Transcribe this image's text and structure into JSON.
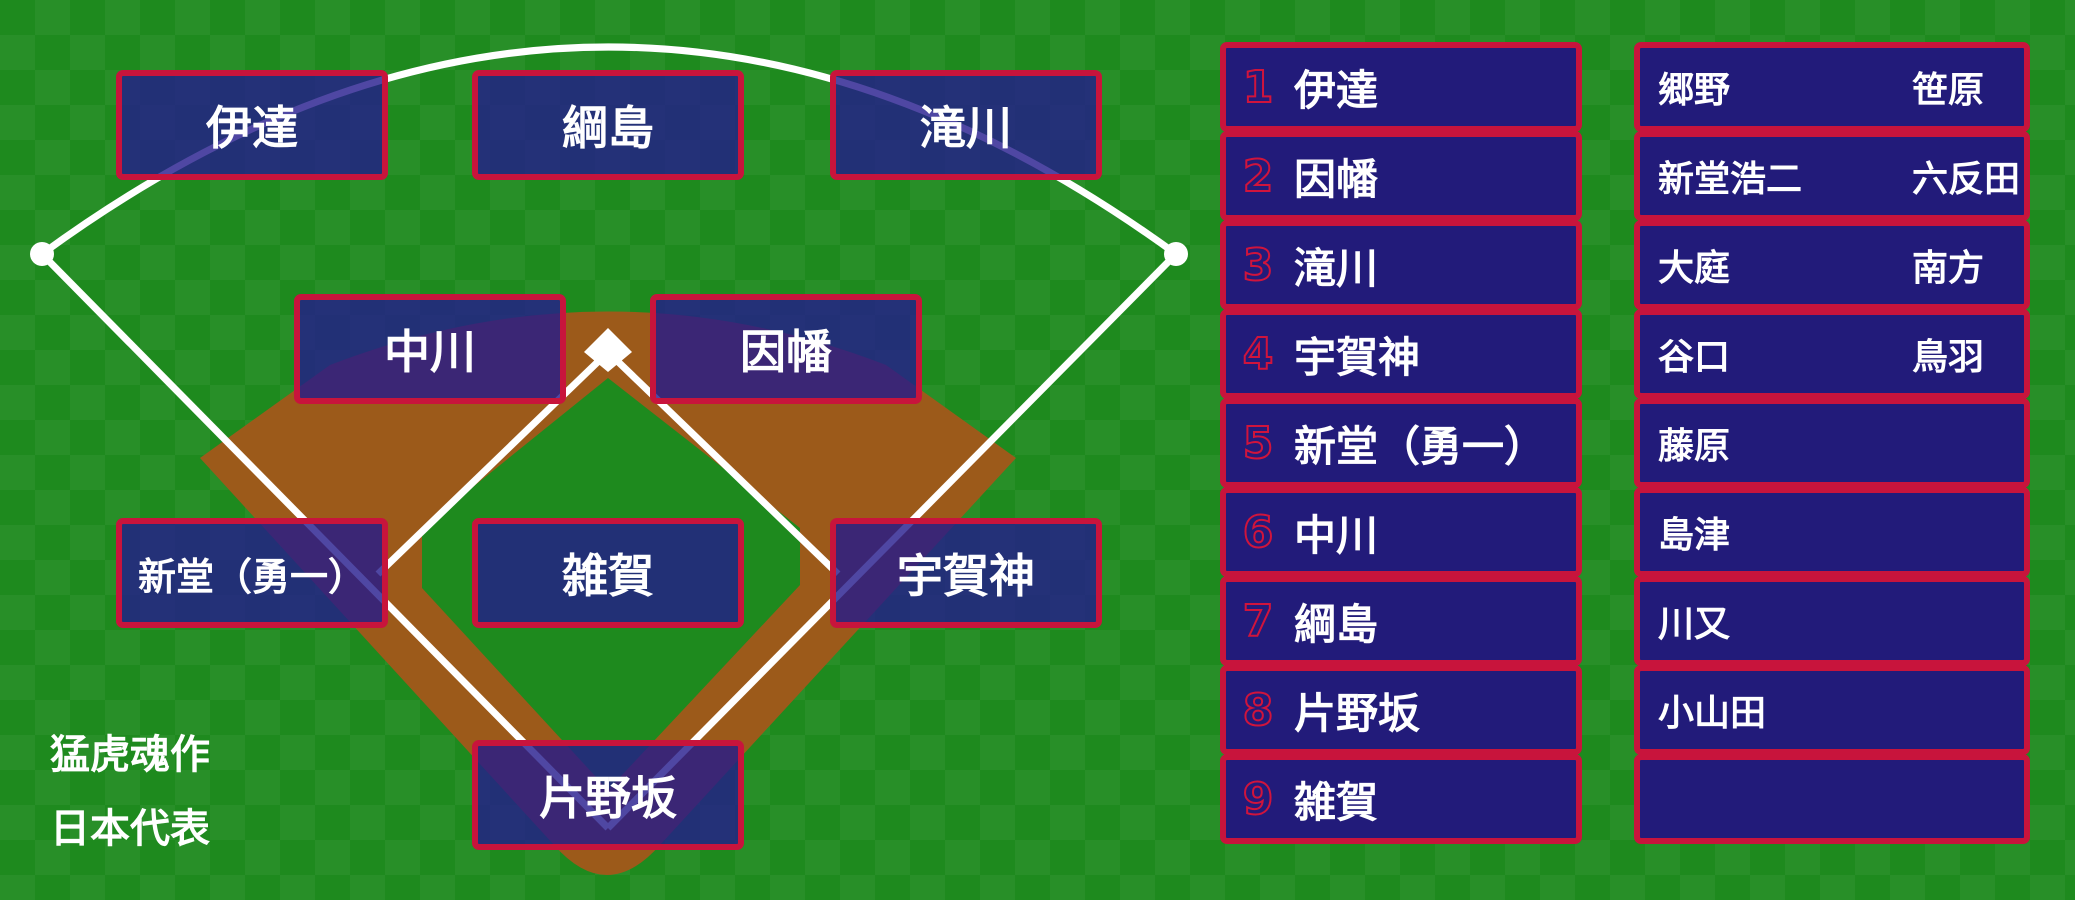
{
  "colors": {
    "grass": "#1e8a1e",
    "infield_dirt": "#9c5a1a",
    "chalk": "#ffffff",
    "box_fill": "#231a8c",
    "box_border": "#c8143c"
  },
  "positions": {
    "lf": "伊達",
    "cf": "綱島",
    "rf": "滝川",
    "ss": "中川",
    "second": "因幡",
    "third": "新堂（勇一）",
    "pitcher": "雑賀",
    "first": "宇賀神",
    "catcher": "片野坂"
  },
  "credit": {
    "line1": "猛虎魂作",
    "line2": "日本代表"
  },
  "batting_order": [
    {
      "num": "1",
      "name": "伊達"
    },
    {
      "num": "2",
      "name": "因幡"
    },
    {
      "num": "3",
      "name": "滝川"
    },
    {
      "num": "4",
      "name": "宇賀神"
    },
    {
      "num": "5",
      "name": "新堂（勇一）"
    },
    {
      "num": "6",
      "name": "中川"
    },
    {
      "num": "7",
      "name": "綱島"
    },
    {
      "num": "8",
      "name": "片野坂"
    },
    {
      "num": "9",
      "name": "雑賀"
    }
  ],
  "bench": [
    {
      "a": "郷野",
      "b": "笹原"
    },
    {
      "a": "新堂浩二",
      "b": "六反田"
    },
    {
      "a": "大庭",
      "b": "南方"
    },
    {
      "a": "谷口",
      "b": "鳥羽"
    },
    {
      "a": "藤原",
      "b": ""
    },
    {
      "a": "島津",
      "b": ""
    },
    {
      "a": "川又",
      "b": ""
    },
    {
      "a": "小山田",
      "b": ""
    },
    {
      "a": "",
      "b": ""
    }
  ]
}
